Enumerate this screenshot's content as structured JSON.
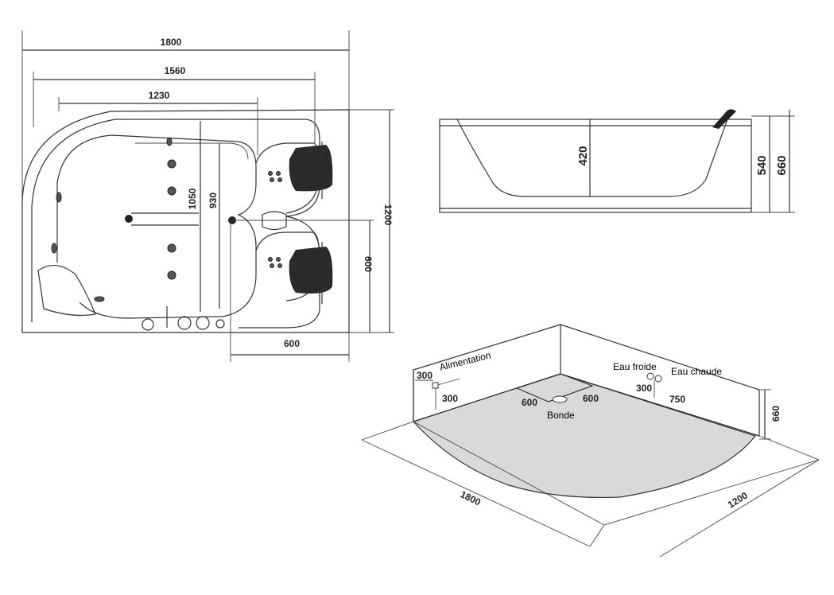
{
  "top_view": {
    "width_overall": "1800",
    "width_inner": "1560",
    "width_basin": "1230",
    "depth_overall": "1200",
    "depth_1050": "1050",
    "depth_930": "930",
    "drain_offset_v": "600",
    "drain_offset_h": "600"
  },
  "side_view": {
    "depth_inside": "420",
    "height_540": "540",
    "height_660": "660"
  },
  "install_view": {
    "label_supply": "Alimentation",
    "label_cold": "Eau froide",
    "label_hot": "Eau chaude",
    "label_drain": "Bonde",
    "supply_h": "300",
    "supply_v": "300",
    "drain_left": "600",
    "drain_right": "600",
    "tap_offset": "300",
    "tap_distance": "750",
    "wall_height": "660",
    "floor_length": "1800",
    "floor_width": "1200"
  }
}
